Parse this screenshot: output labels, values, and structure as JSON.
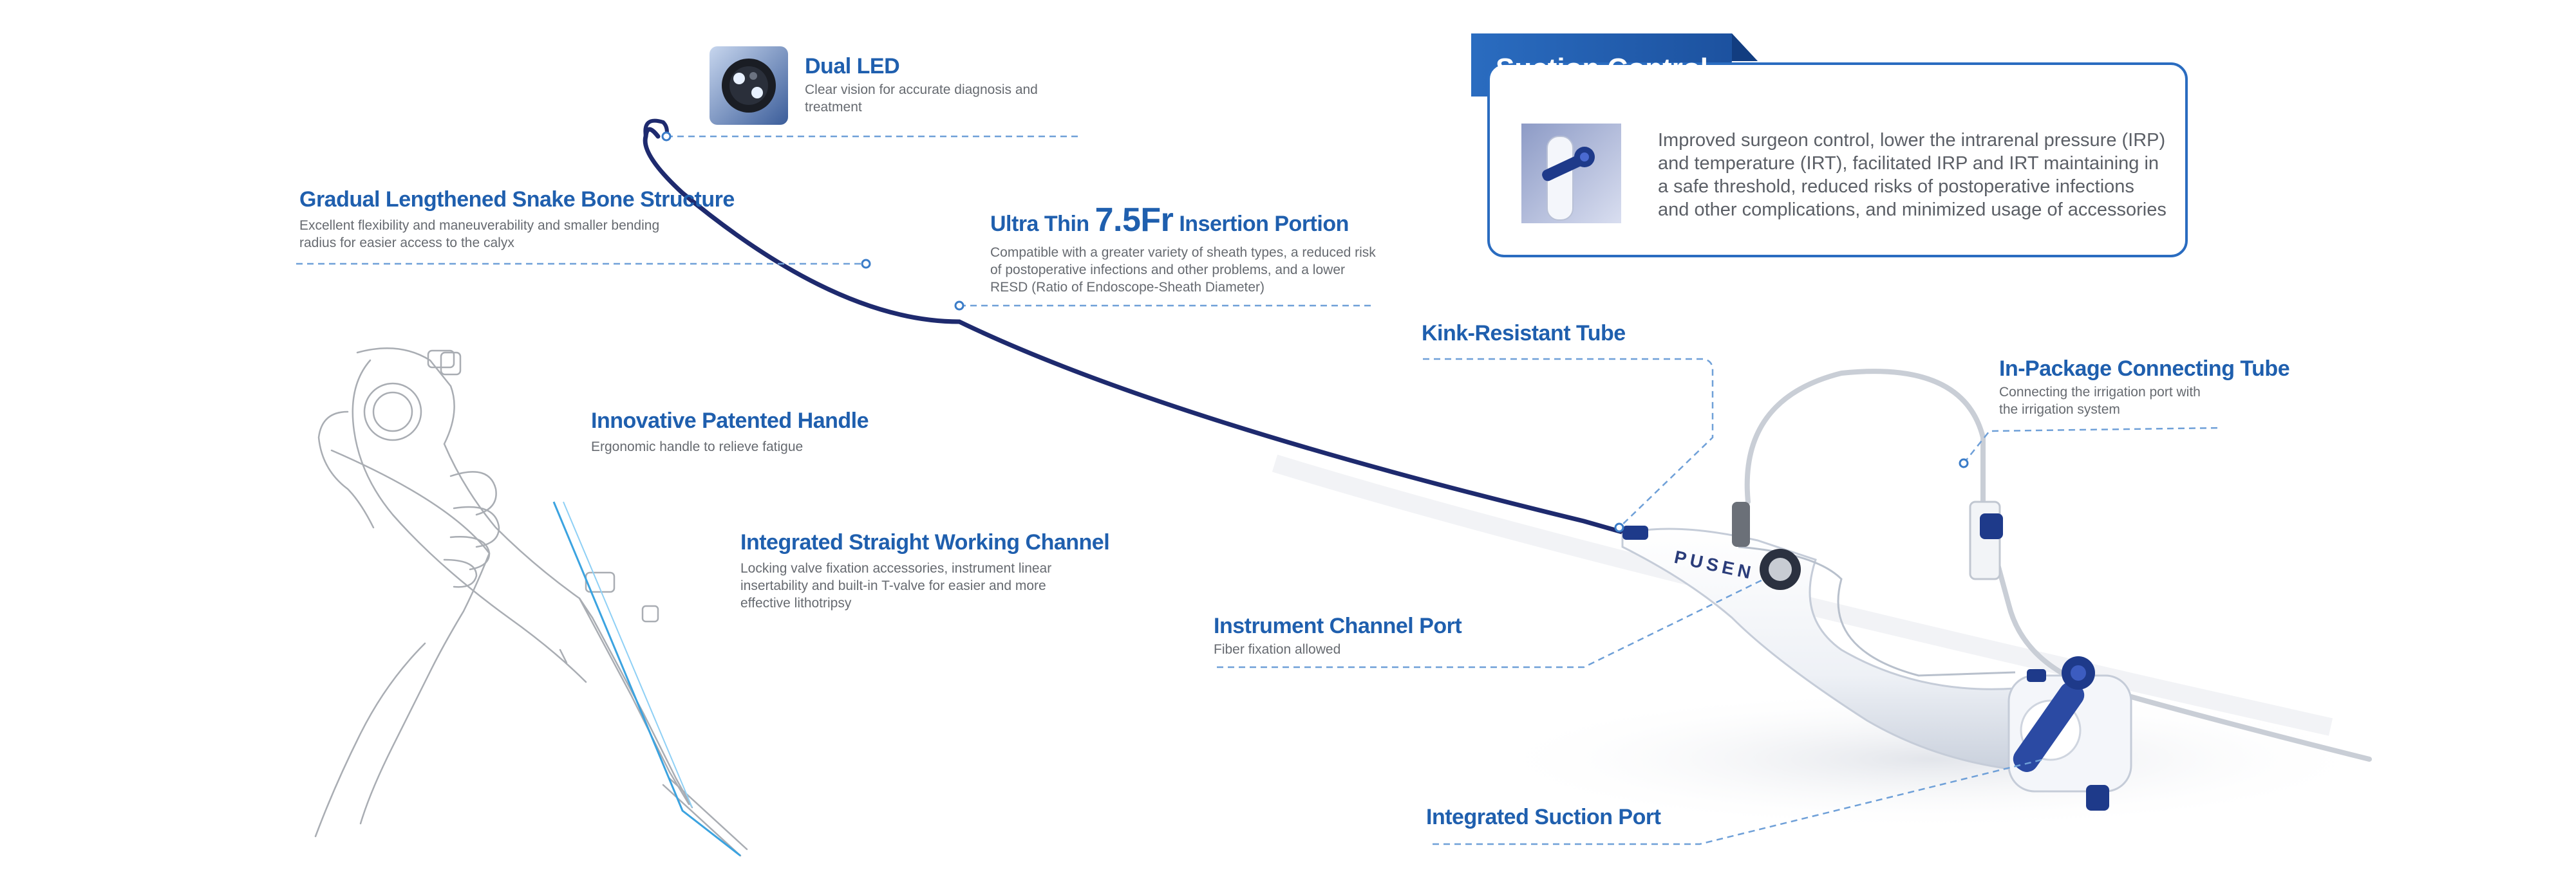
{
  "features": {
    "dual_led": {
      "title": "Dual LED",
      "desc": "Clear vision for accurate diagnosis and treatment"
    },
    "snake_bone": {
      "title": "Gradual Lengthened Snake Bone Structure",
      "desc": "Excellent flexibility and maneuverability and smaller bending radius for easier access to the calyx"
    },
    "ultra_thin": {
      "title_prefix": "Ultra Thin ",
      "title_big": "7.5Fr",
      "title_suffix": " Insertion Portion",
      "desc": "Compatible with a greater variety of sheath types, a reduced risk of postoperative infections and other problems, and a lower RESD (Ratio of Endoscope-Sheath Diameter)"
    },
    "handle": {
      "title": "Innovative Patented Handle",
      "desc": "Ergonomic handle to relieve fatigue"
    },
    "working_channel": {
      "title": "Integrated Straight Working Channel",
      "desc": "Locking valve fixation accessories, instrument linear insertability and built-in T-valve for easier and more effective lithotripsy"
    },
    "kink_tube": {
      "title": "Kink-Resistant Tube"
    },
    "connecting_tube": {
      "title": "In-Package Connecting Tube",
      "desc": "Connecting the irrigation port with the irrigation system"
    },
    "instrument_port": {
      "title": "Instrument Channel Port",
      "desc": "Fiber fixation allowed"
    },
    "suction_port": {
      "title": "Integrated Suction Port"
    }
  },
  "suction_control": {
    "title": "Suction Control",
    "text": "Improved surgeon control, lower the intrarenal pressure (IRP) and temperature (IRT), facilitated IRP and IRT maintaining in a safe threshold, reduced risks of postoperative infections and other complications, and minimized usage of accessories"
  },
  "device": {
    "brand": "PUSEN"
  },
  "colors": {
    "accent": "#1f5fae",
    "navy": "#1e2a6e",
    "leader": "#6fa0d8",
    "text_gray": "#666a70"
  }
}
